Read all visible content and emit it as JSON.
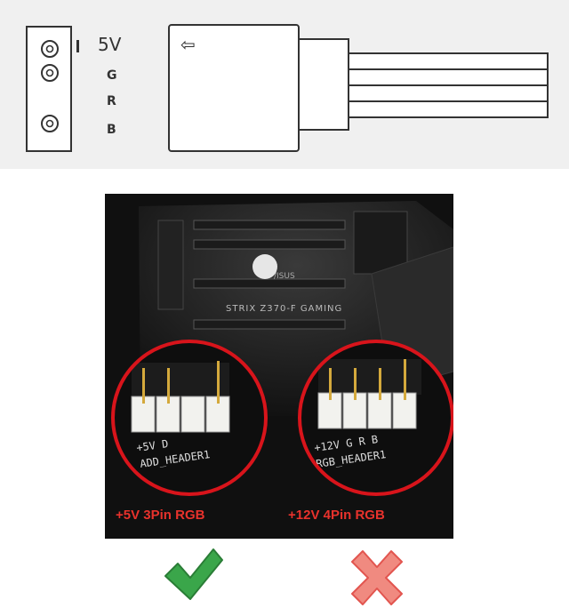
{
  "diagram": {
    "pin_labels": [
      "5V",
      "G",
      "R",
      "B"
    ],
    "arrow_symbol": "⇦"
  },
  "photo": {
    "board_brand": "/ISUS",
    "board_model": "STRIX Z370-F GAMING",
    "left_header": {
      "pin_labels": "+5V  D",
      "header_name": "ADD_HEADER1",
      "caption": "+5V 3Pin RGB"
    },
    "right_header": {
      "pin_labels": "+12V G  R  B",
      "header_name": "RGB_HEADER1",
      "caption": "+12V 4Pin RGB"
    }
  },
  "marks": {
    "correct_icon": "check-icon",
    "wrong_icon": "cross-icon",
    "colors": {
      "check": "#3aa64a",
      "cross": "#e2554f"
    }
  },
  "colors": {
    "diagram_bg": "#f0f0f0",
    "photo_bg": "#101010",
    "circle_stroke": "#d8141b",
    "caption_text": "#e8322c"
  }
}
